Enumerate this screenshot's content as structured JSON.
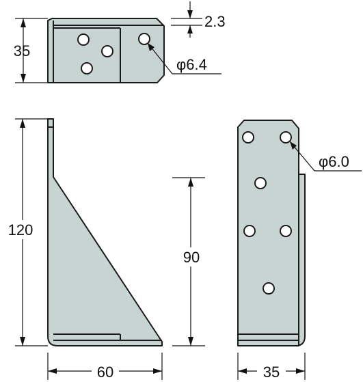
{
  "dimensions": {
    "top_view_height": "35",
    "plate_thickness": "2.3",
    "top_hole_diameter": "φ6.4",
    "side_height": "120",
    "gusset_height": "90",
    "side_width": "60",
    "front_width": "35",
    "front_hole_diameter": "φ6.0"
  },
  "colors": {
    "metal": "#c8d4d2",
    "outline": "#1a1a1a",
    "hole": "#ffffff"
  }
}
